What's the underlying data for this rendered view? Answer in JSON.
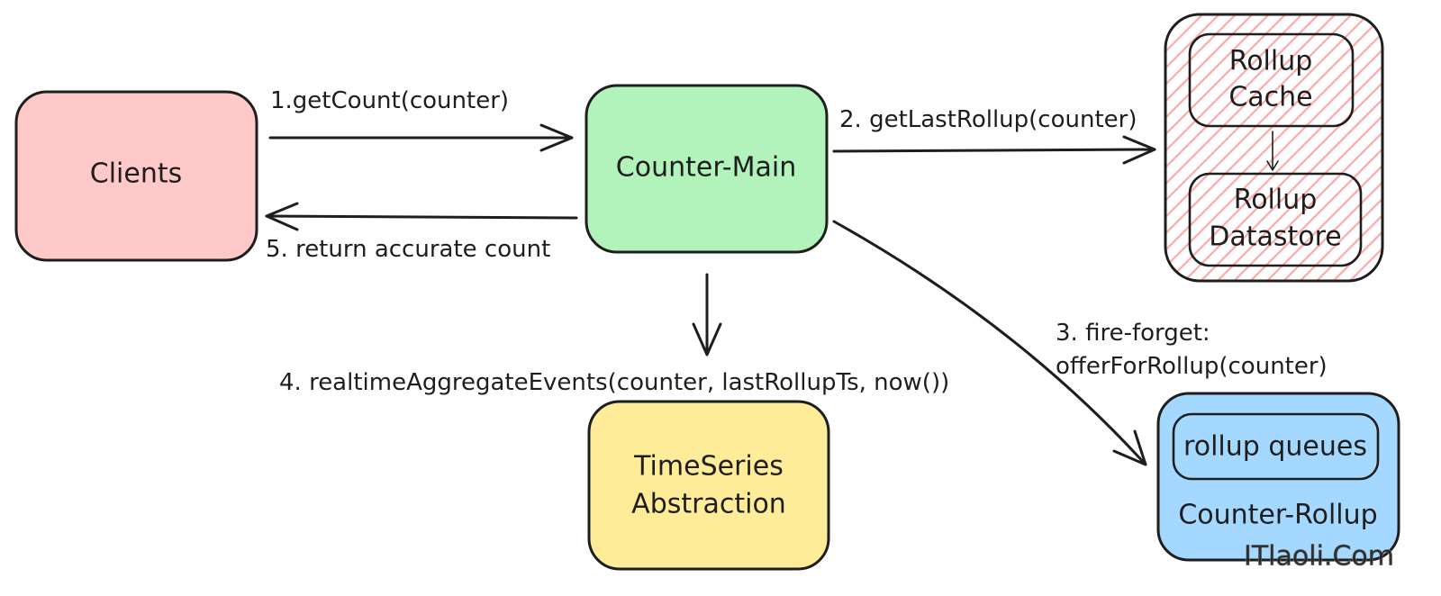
{
  "diagram": {
    "ink": "#1e1e1e",
    "background": "#ffffff"
  },
  "nodes": {
    "clients": {
      "label": "Clients",
      "fill": "#ffc9c9"
    },
    "counter_main": {
      "label": "Counter-Main",
      "fill": "#b2f2bb"
    },
    "rollup_store": {
      "hatch_color": "#ffa8a8",
      "cache": {
        "lines": [
          "Rollup",
          "Cache"
        ]
      },
      "datastore": {
        "lines": [
          "Rollup",
          "Datastore"
        ]
      }
    },
    "timeseries": {
      "lines": [
        "TimeSeries",
        "Abstraction"
      ],
      "fill": "#ffec99"
    },
    "counter_rollup": {
      "label": "Counter-Rollup",
      "fill": "#a5d8ff",
      "queues": {
        "label": "rollup queues"
      }
    }
  },
  "edges": {
    "get_count": {
      "label": "1.getCount(counter)"
    },
    "get_last_rollup": {
      "label": "2. getLastRollup(counter)"
    },
    "offer_for_rollup": {
      "lines": [
        "3. fire-forget:",
        "offerForRollup(counter)"
      ]
    },
    "realtime_aggregate": {
      "label": "4. realtimeAggregateEvents(counter, lastRollupTs, now())"
    },
    "return_count": {
      "label": "5. return accurate count"
    }
  },
  "watermark": {
    "text": "ITlaoli.Com",
    "color": "#d4d4d4"
  }
}
